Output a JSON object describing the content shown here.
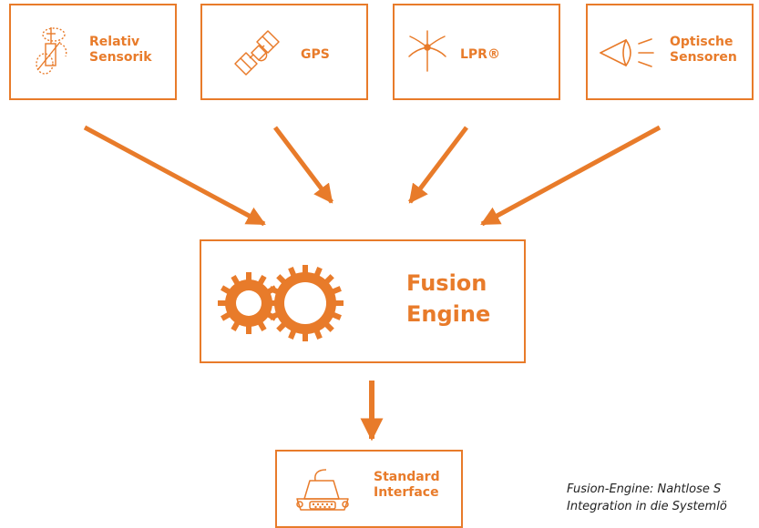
{
  "inputs": {
    "relativ": "Relativ\nSensorik",
    "gps": "GPS",
    "lpr": "LPR®",
    "optische": "Optische\nSensoren"
  },
  "engine": {
    "label": "Fusion\nEngine"
  },
  "output": {
    "label": "Standard\nInterface"
  },
  "caption": "Fusion-Engine: Nahtlose S\nIntegration in die Systemlö",
  "colors": {
    "accent": "#e87b2a"
  }
}
